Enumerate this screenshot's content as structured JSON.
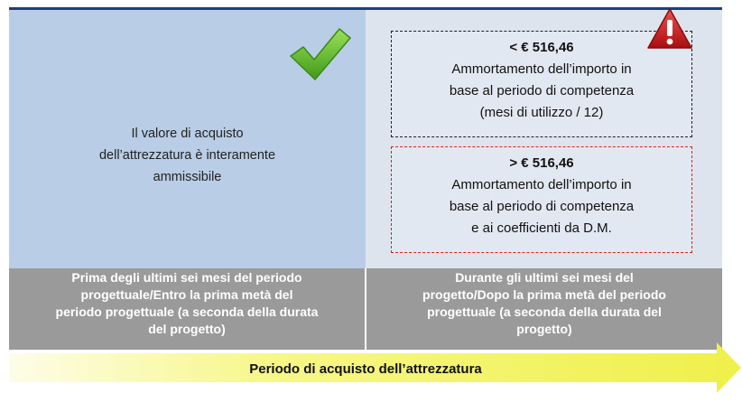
{
  "left_panel": {
    "text_lines": [
      "Il valore di acquisto",
      "dell’attrezzatura è interamente",
      "ammissibile"
    ]
  },
  "right_panel": {
    "box_upper": {
      "title": "< € 516,46",
      "lines": [
        "Ammortamento dell’importo in",
        "base al periodo di competenza",
        "(mesi di utilizzo / 12)"
      ]
    },
    "box_lower": {
      "title": "> € 516,46",
      "lines": [
        "Ammortamento dell’importo in",
        "base al periodo di competenza",
        "e ai coefficienti da D.M."
      ]
    }
  },
  "bars": {
    "left_lines": [
      "Prima degli ultimi sei mesi del periodo",
      "progettuale/Entro la prima metà del",
      "periodo progettuale (a seconda della durata",
      "del progetto)"
    ],
    "right_lines": [
      "Durante gli ultimi sei mesi del",
      "progetto/Dopo la prima metà del periodo",
      "progettuale (a seconda della durata del",
      "progetto)"
    ]
  },
  "arrow": {
    "label": "Periodo di acquisto dell’attrezzatura"
  },
  "icons": {
    "check": "check-icon",
    "warning": "warning-icon"
  },
  "colors": {
    "left_panel": "#b9cde6",
    "right_panel": "#dde4ee",
    "bar": "#9a9a9a",
    "arrow": "#f4f56a",
    "check": "#5fb52a",
    "warning": "#c8191a"
  }
}
